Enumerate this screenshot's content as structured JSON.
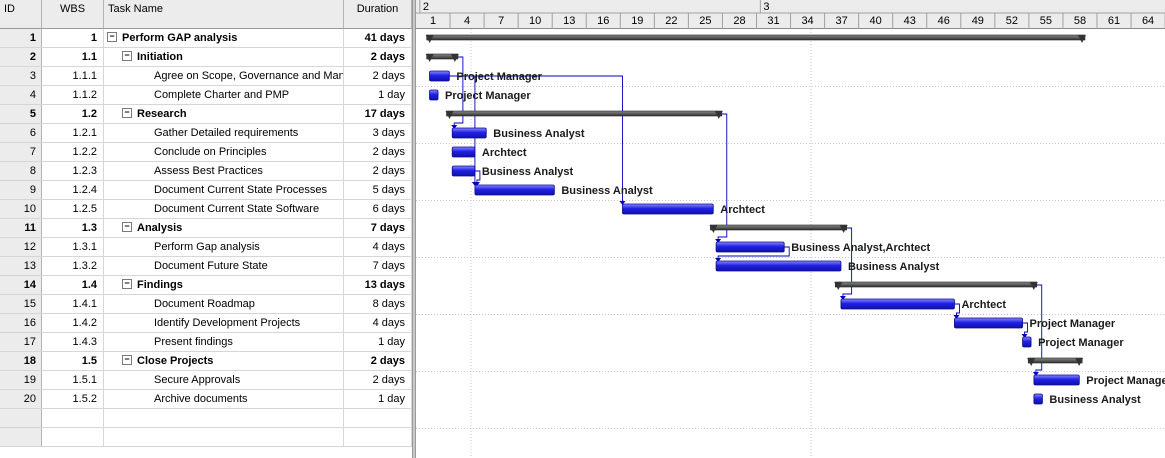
{
  "columns": {
    "id": "ID",
    "wbs": "WBS",
    "name": "Task Name",
    "duration": "Duration"
  },
  "timescale": {
    "top_labels": [
      {
        "label": "2",
        "unit": 1
      },
      {
        "label": "3",
        "unit": 121
      }
    ],
    "bottom_labels": [
      "1",
      "4",
      "7",
      "10",
      "13",
      "16",
      "19",
      "22",
      "25",
      "28",
      "31",
      "34",
      "37",
      "40",
      "43",
      "46",
      "49",
      "52",
      "55",
      "58",
      "61",
      "64"
    ],
    "units_per_tick": 12
  },
  "tasks": [
    {
      "id": "1",
      "wbs": "1",
      "name": "Perform GAP analysis",
      "duration": "41 days",
      "level": 0,
      "summary": true,
      "start": 2,
      "end": 234,
      "resource": ""
    },
    {
      "id": "2",
      "wbs": "1.1",
      "name": "Initiation",
      "duration": "2 days",
      "level": 1,
      "summary": true,
      "start": 2,
      "end": 13,
      "resource": ""
    },
    {
      "id": "3",
      "wbs": "1.1.1",
      "name": "Agree on Scope, Governance  and Management",
      "duration": "2 days",
      "level": 2,
      "summary": false,
      "start": 3,
      "end": 10,
      "resource": "Project Manager"
    },
    {
      "id": "4",
      "wbs": "1.1.2",
      "name": "Complete Charter and PMP",
      "duration": "1 day",
      "level": 2,
      "summary": false,
      "start": 3,
      "end": 6,
      "resource": "Project Manager"
    },
    {
      "id": "5",
      "wbs": "1.2",
      "name": "Research",
      "duration": "17 days",
      "level": 1,
      "summary": true,
      "start": 9,
      "end": 106,
      "resource": ""
    },
    {
      "id": "6",
      "wbs": "1.2.1",
      "name": "Gather Detailed requirements",
      "duration": "3 days",
      "level": 2,
      "summary": false,
      "start": 11,
      "end": 23,
      "resource": "Business Analyst"
    },
    {
      "id": "7",
      "wbs": "1.2.2",
      "name": "Conclude on Principles",
      "duration": "2 days",
      "level": 2,
      "summary": false,
      "start": 11,
      "end": 19,
      "resource": "Archtect"
    },
    {
      "id": "8",
      "wbs": "1.2.3",
      "name": "Assess Best Practices",
      "duration": "2 days",
      "level": 2,
      "summary": false,
      "start": 11,
      "end": 19,
      "resource": "Business Analyst"
    },
    {
      "id": "9",
      "wbs": "1.2.4",
      "name": "Document Current State Processes",
      "duration": "5 days",
      "level": 2,
      "summary": false,
      "start": 19,
      "end": 47,
      "resource": "Business Analyst"
    },
    {
      "id": "10",
      "wbs": "1.2.5",
      "name": "Document Current State Software",
      "duration": "6 days",
      "level": 2,
      "summary": false,
      "start": 71,
      "end": 103,
      "resource": "Archtect"
    },
    {
      "id": "11",
      "wbs": "1.3",
      "name": "Analysis",
      "duration": "7 days",
      "level": 1,
      "summary": true,
      "start": 102,
      "end": 150,
      "resource": ""
    },
    {
      "id": "12",
      "wbs": "1.3.1",
      "name": "Perform Gap analysis",
      "duration": "4 days",
      "level": 2,
      "summary": false,
      "start": 104,
      "end": 128,
      "resource": "Business Analyst,Archtect"
    },
    {
      "id": "13",
      "wbs": "1.3.2",
      "name": "Document Future State",
      "duration": "7 days",
      "level": 2,
      "summary": false,
      "start": 104,
      "end": 148,
      "resource": "Business Analyst"
    },
    {
      "id": "14",
      "wbs": "1.4",
      "name": "Findings",
      "duration": "13 days",
      "level": 1,
      "summary": true,
      "start": 146,
      "end": 217,
      "resource": ""
    },
    {
      "id": "15",
      "wbs": "1.4.1",
      "name": "Document Roadmap",
      "duration": "8 days",
      "level": 2,
      "summary": false,
      "start": 148,
      "end": 188,
      "resource": "Archtect"
    },
    {
      "id": "16",
      "wbs": "1.4.2",
      "name": "Identify Development Projects",
      "duration": "4 days",
      "level": 2,
      "summary": false,
      "start": 188,
      "end": 212,
      "resource": "Project Manager"
    },
    {
      "id": "17",
      "wbs": "1.4.3",
      "name": "Present findings",
      "duration": "1 day",
      "level": 2,
      "summary": false,
      "start": 212,
      "end": 215,
      "resource": "Project Manager"
    },
    {
      "id": "18",
      "wbs": "1.5",
      "name": "Close Projects",
      "duration": "2 days",
      "level": 1,
      "summary": true,
      "start": 214,
      "end": 233,
      "resource": ""
    },
    {
      "id": "19",
      "wbs": "1.5.1",
      "name": "Secure Approvals",
      "duration": "2 days",
      "level": 2,
      "summary": false,
      "start": 216,
      "end": 232,
      "resource": "Project Manager"
    },
    {
      "id": "20",
      "wbs": "1.5.2",
      "name": "Archive documents",
      "duration": "1 day",
      "level": 2,
      "summary": false,
      "start": 216,
      "end": 219,
      "resource": "Business Analyst"
    }
  ],
  "links": [
    {
      "from": "3",
      "to": "9"
    },
    {
      "from": "3",
      "to": "10"
    },
    {
      "from": "8",
      "to": "9"
    },
    {
      "from": "5",
      "to": "12"
    },
    {
      "from": "12",
      "to": "13"
    },
    {
      "from": "11",
      "to": "15"
    },
    {
      "from": "15",
      "to": "16"
    },
    {
      "from": "16",
      "to": "17"
    },
    {
      "from": "14",
      "to": "19"
    },
    {
      "from": "2",
      "to": "6"
    }
  ],
  "colors": {
    "task_bar": "#1b1bd6",
    "task_bar_light": "#6b6bf4",
    "summary_bar": "#4a4a4a",
    "link": "#0000c0",
    "grid_header": "#ececec"
  }
}
